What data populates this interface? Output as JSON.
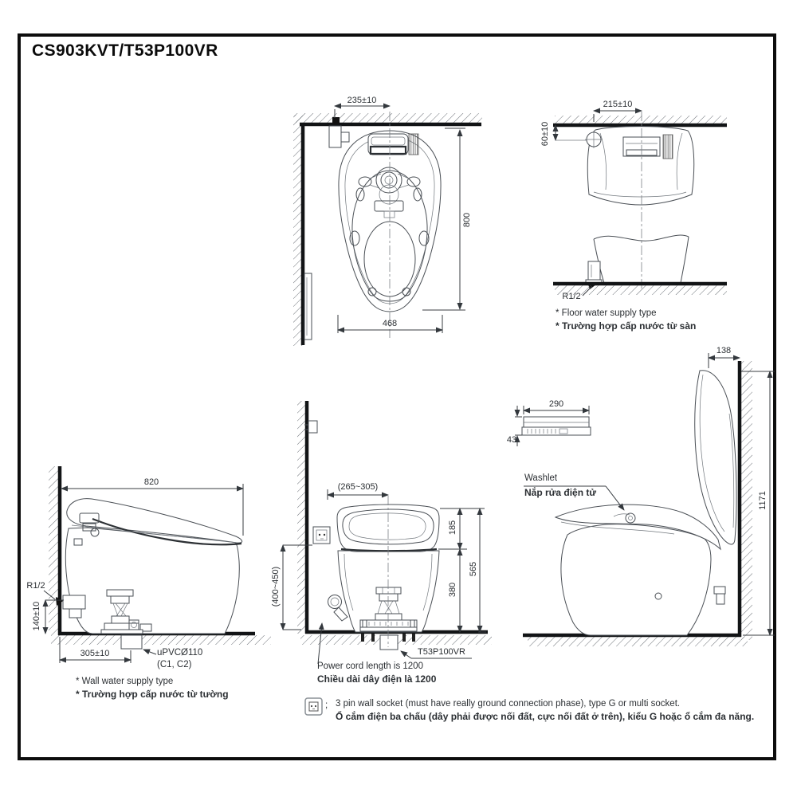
{
  "title": "CS903KVT/T53P100VR",
  "views": {
    "plan": {
      "dim_supply_offset": "235±10",
      "dim_depth": "800",
      "dim_width": "468"
    },
    "rear": {
      "dim_supply_offset": "215±10",
      "dim_supply_height": "60±10",
      "thread_label": "R1/2",
      "note_en": "* Floor water supply type",
      "note_vi": "* Trường hợp cấp nước từ sàn"
    },
    "remote": {
      "dim_width": "290",
      "dim_height": "43"
    },
    "side_right": {
      "dim_lid_depth": "138",
      "dim_open_height": "1171",
      "washlet_en": "Washlet",
      "washlet_vi": "Nắp rửa điện tử"
    },
    "side_left": {
      "dim_length": "820",
      "thread_label": "R1/2",
      "dim_supply_height": "140±10",
      "dim_drain_offset": "305±10",
      "drain_label_1": "uPVCØ110",
      "drain_label_2": "(C1, C2)",
      "note_en": "* Wall water supply type",
      "note_vi": "* Trường hợp cấp nước từ tường"
    },
    "front": {
      "dim_socket_offset": "(265~305)",
      "dim_seat_height": "185",
      "dim_total_height": "565",
      "dim_bowl_height": "380",
      "dim_socket_height": "(400~450)",
      "drain_model": "T53P100VR",
      "note_cord_en": "Power cord length is 1200",
      "note_cord_vi": "Chiều dài dây điện là 1200"
    }
  },
  "footer": {
    "separator": ";",
    "socket_note_en": "3 pin wall socket (must have really ground connection phase), type G or multi socket.",
    "socket_note_vi": "Ổ cắm điện ba chấu (dây phải được nối đất, cực nối đất ở trên), kiểu G hoặc ổ cắm đa năng."
  },
  "colors": {
    "line": "#44494e",
    "heavy_line": "#121416",
    "text": "#2f3338",
    "background": "#ffffff"
  }
}
